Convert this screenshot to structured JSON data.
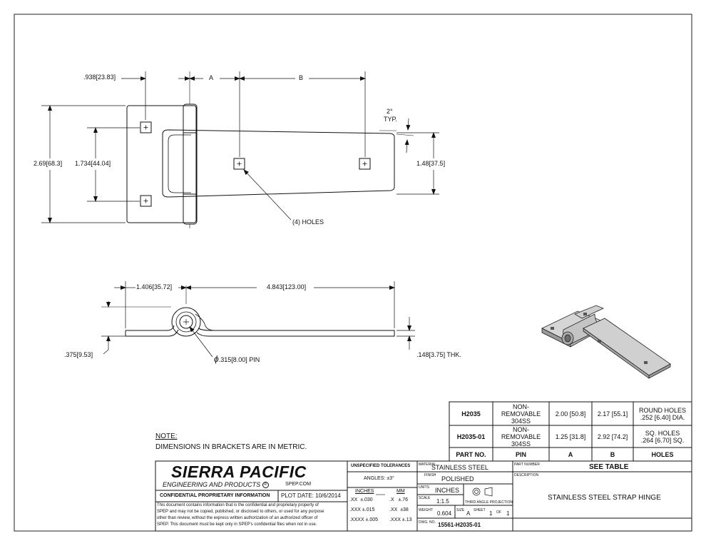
{
  "drawing": {
    "top_view": {
      "dim_offset": ".938",
      "dim_offset_mm": "23.83",
      "dim_a": "A",
      "dim_b": "B",
      "dim_height": "2.69",
      "dim_height_mm": "68.3",
      "dim_hole_spacing": "1.734",
      "dim_hole_spacing_mm": "44.04",
      "dim_strap_width": "1.48",
      "dim_strap_width_mm": "37.5",
      "dim_taper_value": "2°",
      "dim_taper_label": "TYP.",
      "holes_callout": "(4) HOLES"
    },
    "side_view": {
      "dim_pin_offset": "1.406",
      "dim_pin_offset_mm": "35.72",
      "dim_strap_length": "4.843",
      "dim_strap_length_mm": "123.00",
      "dim_knuckle": ".375",
      "dim_knuckle_mm": "9.53",
      "dim_pin_prefix": "ϕ",
      "dim_pin": ".315",
      "dim_pin_mm": "8.00",
      "dim_pin_suffix": "PIN",
      "dim_thickness": ".148",
      "dim_thickness_mm": "3.75",
      "dim_thickness_suffix": "THK."
    }
  },
  "table": {
    "rows": [
      {
        "part": "H2035",
        "pin": [
          "NON-",
          "REMOVABLE",
          "304SS"
        ],
        "a": "2.00 [50.8]",
        "b": "2.17 [55.1]",
        "holes": [
          "ROUND HOLES",
          ".252 [6.40] DIA."
        ]
      },
      {
        "part": "H2035-01",
        "pin": [
          "NON-",
          "REMOVABLE",
          "304SS"
        ],
        "a": "1.25 [31.8]",
        "b": "2.92 [74.2]",
        "holes": [
          "SQ. HOLES",
          ".264 [6.70] SQ."
        ]
      }
    ],
    "headers": {
      "part": "PART NO.",
      "pin": "PIN",
      "a": "A",
      "b": "B",
      "holes": "HOLES"
    }
  },
  "note": {
    "heading": "NOTE:",
    "text": "DIMENSIONS IN BRACKETS ARE IN METRIC."
  },
  "title_block": {
    "company": "SIERRA PACIFIC",
    "company_sub": "ENGINEERING AND PRODUCTS",
    "registered": "R",
    "website": "SPEP.COM",
    "confidential_label": "CONFIDENTIAL PROPRIETARY INFORMATION",
    "plot_date": "PLOT DATE: 10/6/2014",
    "confidential_text": [
      "This document contains information that is the confidential and proprietary property of",
      "SPEP and may not be copied, published, or disclosed to others, or used for any purpose",
      "other than review, without the express written authorization of an authorized officer of",
      "SPEP. This document must be kept only in SPEP's confidential files when not in use."
    ],
    "tolerances": {
      "title": "UNSPECIFIED TOLERANCES",
      "angles": "ANGLES: ±3°",
      "inches_header": "INCHES",
      "mm_header": "MM",
      "rows": [
        {
          "in_fmt": ".XX",
          "in_tol": "±.030",
          "mm_fmt": ".X",
          "mm_tol": "±.76"
        },
        {
          "in_fmt": ".XXX",
          "in_tol": "±.015",
          "mm_fmt": ".XX",
          "mm_tol": "±38"
        },
        {
          "in_fmt": ".XXXX",
          "in_tol": "±.005",
          "mm_fmt": ".XXX",
          "mm_tol": "±.13"
        }
      ]
    },
    "material_label": "MATERIAL",
    "material": "STAINLESS STEEL",
    "finish_label": "FINISH",
    "finish": "POLISHED",
    "units_label": "UNITS",
    "units": "INCHES",
    "scale_label": "SCALE",
    "scale": "1:1.5",
    "projection": "THIRD ANGLE PROJECTION",
    "weight_label": "WEIGHT",
    "weight": "0.604",
    "size_label": "SIZE",
    "size": "A",
    "sheet_label": "SHEET",
    "sheet": "1",
    "of_label": "OF",
    "sheet_total": "1",
    "dwg_label": "DWG. NO.",
    "dwg_no": "15561-H2035-01",
    "part_number_label": "PART NUMBER",
    "part_number": "SEE TABLE",
    "description_label": "DESCRIPTION",
    "description": "STAINLESS STEEL STRAP HINGE"
  }
}
